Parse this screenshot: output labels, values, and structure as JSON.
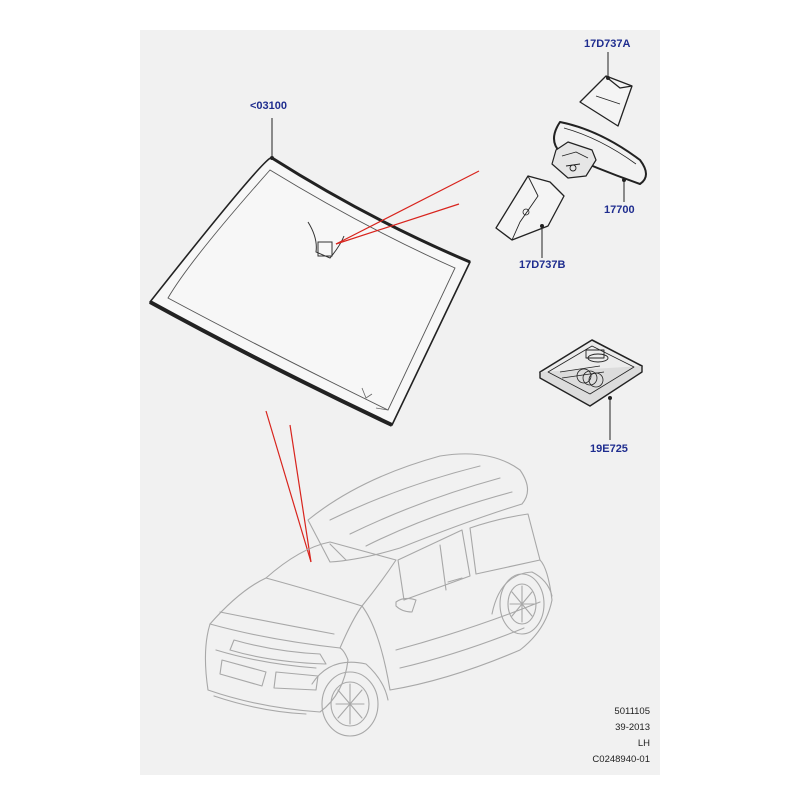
{
  "parts": {
    "windscreen": "<03100",
    "mirror_cover_a": "17D737A",
    "mirror": "17700",
    "mirror_cover_b": "17D737B",
    "repair_kit": "19E725"
  },
  "footer": {
    "line1": "5011105",
    "line2": "39-2013",
    "line3": "LH",
    "line4": "C0248940-01"
  },
  "colors": {
    "background": "#f1f1f1",
    "label": "#1f2d8f",
    "callout": "#d8241d",
    "linework": "#222222",
    "ghost_linework": "#a8a8a8"
  }
}
